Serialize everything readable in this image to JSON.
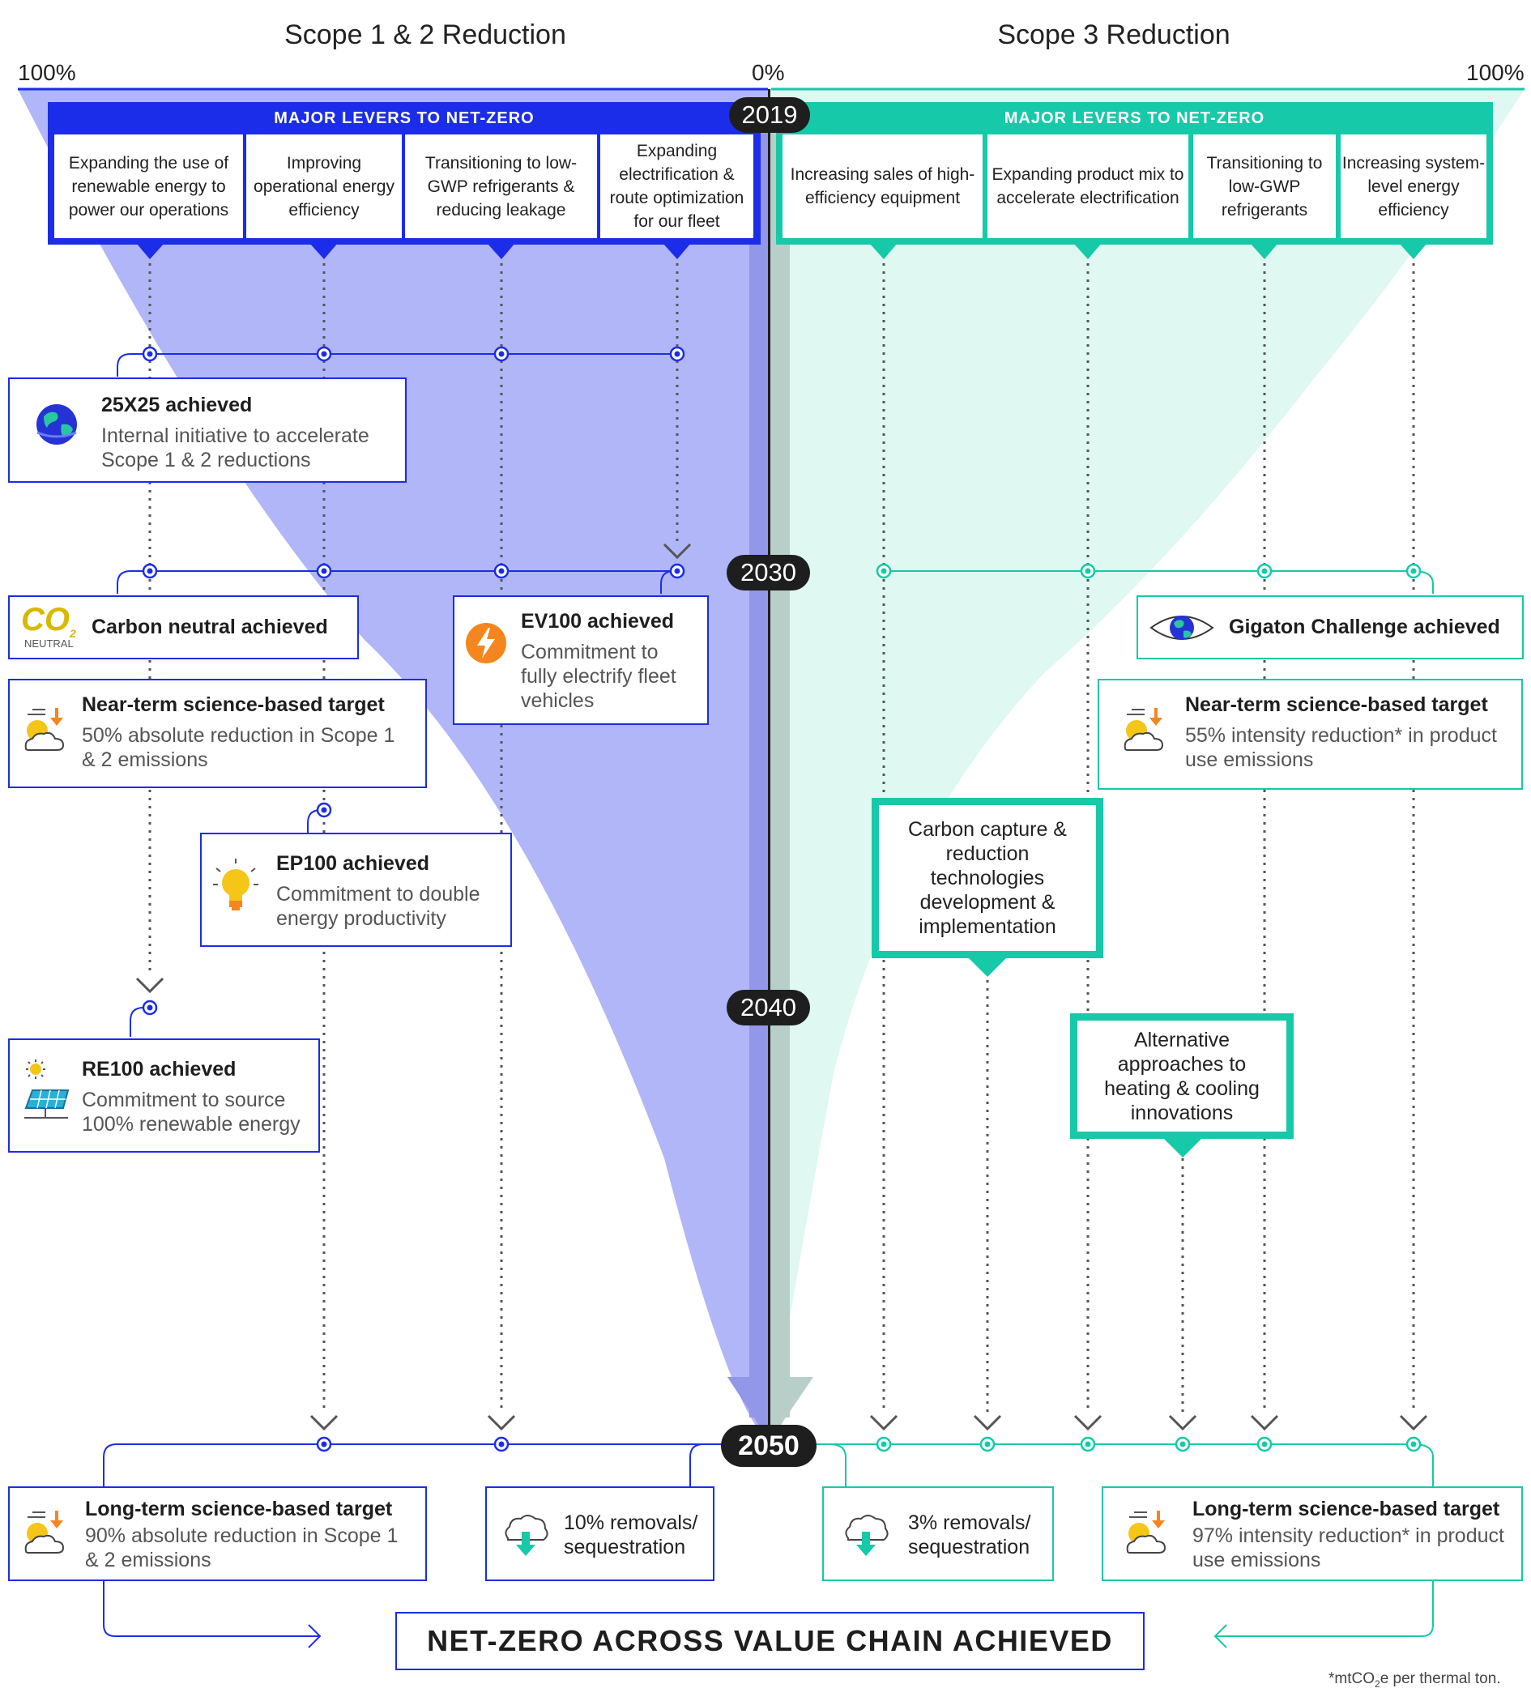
{
  "headers": {
    "left_title": "Scope 1 & 2 Reduction",
    "right_title": "Scope 3 Reduction",
    "left_100": "100%",
    "center_0": "0%",
    "right_100": "100%"
  },
  "years": {
    "y2019": "2019",
    "y2030": "2030",
    "y2040": "2040",
    "y2050": "2050"
  },
  "scope12_levers": {
    "header": "MAJOR LEVERS TO NET-ZERO",
    "items": [
      "Expanding the use of renewable energy to power our operations",
      "Improving operational energy efficiency",
      "Transitioning to low-GWP refrigerants & reducing leakage",
      "Expanding electrification & route optimization for our fleet"
    ]
  },
  "scope3_levers": {
    "header": "MAJOR LEVERS TO NET-ZERO",
    "items": [
      "Increasing sales of high-efficiency equipment",
      "Expanding product mix to accelerate electrification",
      "Transitioning to low-GWP refrigerants",
      "Increasing system-level energy efficiency"
    ]
  },
  "milestones": {
    "m25x25": {
      "title": "25X25 achieved",
      "desc": "Internal initiative to accelerate Scope 1 & 2 reductions"
    },
    "carbon_neutral": {
      "title": "Carbon neutral achieved",
      "icon_text_big": "CO",
      "icon_sub": "2",
      "icon_text_small": "NEUTRAL"
    },
    "ev100": {
      "title": "EV100 achieved",
      "desc": "Commitment to fully electrify fleet vehicles"
    },
    "near_term_s12": {
      "title": "Near-term science-based target",
      "desc": "50% absolute reduction in Scope 1 & 2 emissions"
    },
    "ep100": {
      "title": "EP100 achieved",
      "desc": "Commitment to double energy productivity"
    },
    "re100": {
      "title": "RE100 achieved",
      "desc": "Commitment to source 100% renewable energy"
    },
    "gigaton": {
      "title": "Gigaton Challenge achieved"
    },
    "near_term_s3": {
      "title": "Near-term science-based target",
      "desc": "55% intensity reduction* in product use emissions"
    },
    "carbon_capture": "Carbon capture & reduction technologies development & implementation",
    "alt_heating": "Alternative approaches to heating & cooling innovations",
    "long_term_s12": {
      "title": "Long-term science-based target",
      "desc": "90% absolute reduction in Scope 1 & 2 emissions"
    },
    "removals_10": "10% removals/ sequestration",
    "removals_3": "3% removals/ sequestration",
    "long_term_s3": {
      "title": "Long-term science-based target",
      "desc": "97% intensity reduction* in product use emissions"
    }
  },
  "final": "NET-ZERO ACROSS VALUE CHAIN ACHIEVED",
  "footnote": {
    "prefix": "*mtCO",
    "sub": "2",
    "suffix": "e per thermal ton."
  },
  "colors": {
    "blue": "#1b2de8",
    "blue_fill": "#b0b6f8",
    "teal": "#16c9a8",
    "teal_fill": "#dff8f1",
    "dark": "#1e1e1e"
  }
}
